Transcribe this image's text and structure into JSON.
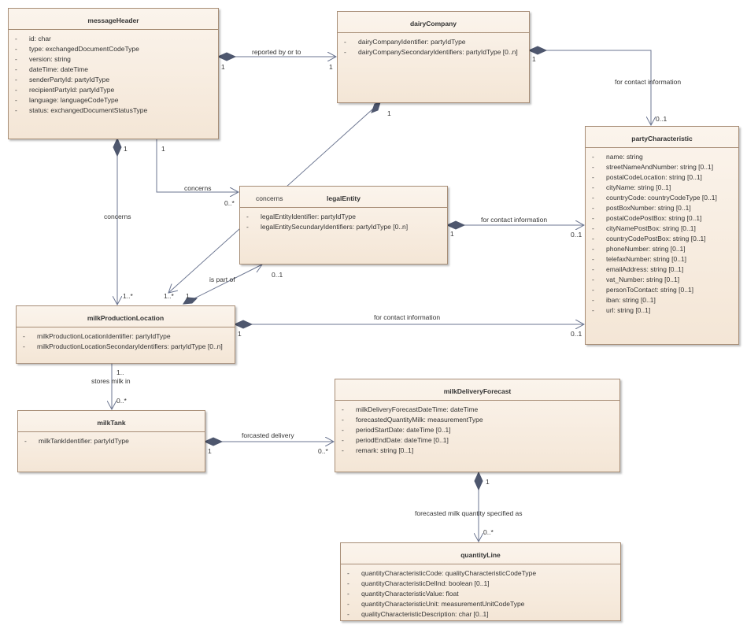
{
  "classes": {
    "messageHeader": {
      "name": "messageHeader",
      "attributes": [
        {
          "vis": "-",
          "text": "id: char"
        },
        {
          "vis": "-",
          "text": "type: exchangedDocumentCodeType"
        },
        {
          "vis": "-",
          "text": "version: string"
        },
        {
          "vis": "-",
          "text": "dateTime: dateTime"
        },
        {
          "vis": "-",
          "text": "senderPartyId: partyIdType"
        },
        {
          "vis": "-",
          "text": "recipientPartyId: partyIdType"
        },
        {
          "vis": "-",
          "text": "language: languageCodeType"
        },
        {
          "vis": "-",
          "text": "status: exchangedDocumentStatusType"
        }
      ]
    },
    "dairyCompany": {
      "name": "dairyCompany",
      "attributes": [
        {
          "vis": "-",
          "text": "dairyCompanyIdentifier: partyIdType"
        },
        {
          "vis": "-",
          "text": "dairyCompanySecondaryIdentifiers: partyIdType [0..n]"
        }
      ]
    },
    "partyCharacteristic": {
      "name": "partyCharacteristic",
      "attributes": [
        {
          "vis": "-",
          "text": "name: string"
        },
        {
          "vis": "-",
          "text": "streetNameAndNumber: string [0..1]"
        },
        {
          "vis": "-",
          "text": "postalCodeLocation: string [0..1]"
        },
        {
          "vis": "-",
          "text": "cityName: string [0..1]"
        },
        {
          "vis": "-",
          "text": "countryCode: countryCodeType [0..1]"
        },
        {
          "vis": "-",
          "text": "postBoxNumber: string [0..1]"
        },
        {
          "vis": "-",
          "text": "postalCodePostBox: string [0..1]"
        },
        {
          "vis": "-",
          "text": "cityNamePostBox: string [0..1]"
        },
        {
          "vis": "-",
          "text": "countryCodePostBox: string [0..1]"
        },
        {
          "vis": "-",
          "text": "phoneNumber: string [0..1]"
        },
        {
          "vis": "-",
          "text": "telefaxNumber: string [0..1]"
        },
        {
          "vis": "-",
          "text": "emailAddress: string [0..1]"
        },
        {
          "vis": "-",
          "text": "vat_Number: string [0..1]"
        },
        {
          "vis": "-",
          "text": "personToContact: string [0..1]"
        },
        {
          "vis": "-",
          "text": "iban: string [0..1]"
        },
        {
          "vis": "-",
          "text": "url: string [0..1]"
        }
      ]
    },
    "legalEntity": {
      "name": "legalEntity",
      "attributes": [
        {
          "vis": "-",
          "text": "legalEntityIdentifier: partyIdType"
        },
        {
          "vis": "-",
          "text": "legalEntitySecundaryIdentifiers: partyIdType [0..n]"
        }
      ]
    },
    "milkProductionLocation": {
      "name": "milkProductionLocation",
      "attributes": [
        {
          "vis": "-",
          "text": "milkProductionLocationIdentifier: partyIdType"
        },
        {
          "vis": "-",
          "text": "milkProductionLocationSecondaryIdentifiers: partyIdType [0..n]"
        }
      ]
    },
    "milkTank": {
      "name": "milkTank",
      "attributes": [
        {
          "vis": "-",
          "text": "milkTankIdentifier: partyIdType"
        }
      ]
    },
    "milkDeliveryForecast": {
      "name": "milkDeliveryForecast",
      "attributes": [
        {
          "vis": "-",
          "text": "milkDeliveryForecastDateTime: dateTime"
        },
        {
          "vis": "-",
          "text": "forecastedQuantityMilk: measurementType"
        },
        {
          "vis": "-",
          "text": "periodStartDate: dateTime [0..1]"
        },
        {
          "vis": "-",
          "text": "periodEndDate: dateTime [0..1]"
        },
        {
          "vis": "-",
          "text": "remark: string [0..1]"
        }
      ]
    },
    "quantityLine": {
      "name": "quantityLine",
      "attributes": [
        {
          "vis": "-",
          "text": "quantityCharacteristicCode: qualityCharacteristicCodeType"
        },
        {
          "vis": "-",
          "text": "quantityCharacteristicDelInd: boolean [0..1]"
        },
        {
          "vis": "-",
          "text": "quantityCharacteristicValue: float"
        },
        {
          "vis": "-",
          "text": "quantityCharacteristicUnit: measurementUnitCodeType"
        },
        {
          "vis": "-",
          "text": "qualityCharacteristicDescription: char [0..1]"
        }
      ]
    }
  },
  "associations": {
    "header_dairy": {
      "label": "reported by or to",
      "source_mult": "1",
      "target_mult": "1"
    },
    "dairy_party": {
      "label": "for contact information",
      "source_mult": "1",
      "target_mult": "0..1"
    },
    "header_legal": {
      "label": "concerns",
      "source_mult": "1",
      "target_mult": "0..*"
    },
    "header_location": {
      "label": "concerns",
      "source_mult": "1",
      "target_mult": "1..*"
    },
    "dairy_location": {
      "label": "concerns",
      "source_mult": "1",
      "target_mult": "1..*"
    },
    "location_legal": {
      "label": "is part of",
      "source_mult": "1",
      "target_mult": "0..1"
    },
    "legal_party": {
      "label": "for contact information",
      "source_mult": "1",
      "target_mult": "0..1"
    },
    "location_party": {
      "label": "for contact information",
      "source_mult": "1",
      "target_mult": "0..1"
    },
    "location_tank": {
      "label": "stores milk in",
      "source_mult": "1..",
      "target_mult": "0..*"
    },
    "tank_forecast": {
      "label": "forcasted delivery",
      "source_mult": "1",
      "target_mult": "0..*"
    },
    "forecast_line": {
      "label": "forecasted milk quantity specified as",
      "source_mult": "1",
      "target_mult": "0..*"
    }
  },
  "colors": {
    "line": "#6b7590",
    "box_border": "#a78d76",
    "box_fill_top": "#fbf4ec",
    "box_fill_bottom": "#f4e6d6"
  }
}
